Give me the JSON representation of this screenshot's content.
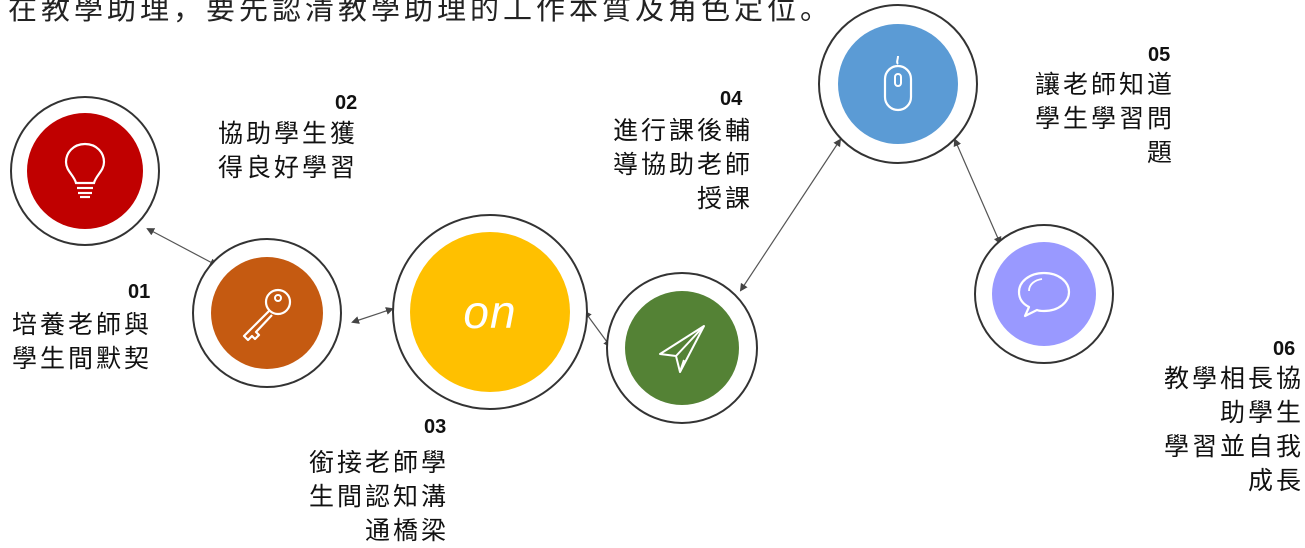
{
  "header": {
    "text": "在教學助理，要先認清教學助理的工作本質及角色定位。"
  },
  "colors": {
    "step1": "#c00000",
    "step2": "#c55a11",
    "step3": "#ffc000",
    "step4": "#548235",
    "step5": "#5b9bd5",
    "step6": "#9999ff"
  },
  "steps": [
    {
      "num": "01",
      "lines": [
        "培養老師與",
        "學生間默契"
      ],
      "icon": "lightbulb-icon"
    },
    {
      "num": "02",
      "lines": [
        "協助學生獲",
        "得良好學習"
      ],
      "icon": "key-icon"
    },
    {
      "num": "03",
      "lines": [
        "銜接老師學",
        "生間認知溝",
        "通橋梁"
      ],
      "icon": "on-text",
      "icon_text": "on"
    },
    {
      "num": "04",
      "lines": [
        "進行課後輔",
        "導協助老師",
        "授課"
      ],
      "icon": "paper-plane-icon"
    },
    {
      "num": "05",
      "lines": [
        "讓老師知道",
        "學生學習問",
        "題"
      ],
      "icon": "mouse-icon"
    },
    {
      "num": "06",
      "lines": [
        "教學相長協",
        "助學生",
        "學習並自我",
        "成長"
      ],
      "icon": "speech-bubble-icon"
    }
  ]
}
